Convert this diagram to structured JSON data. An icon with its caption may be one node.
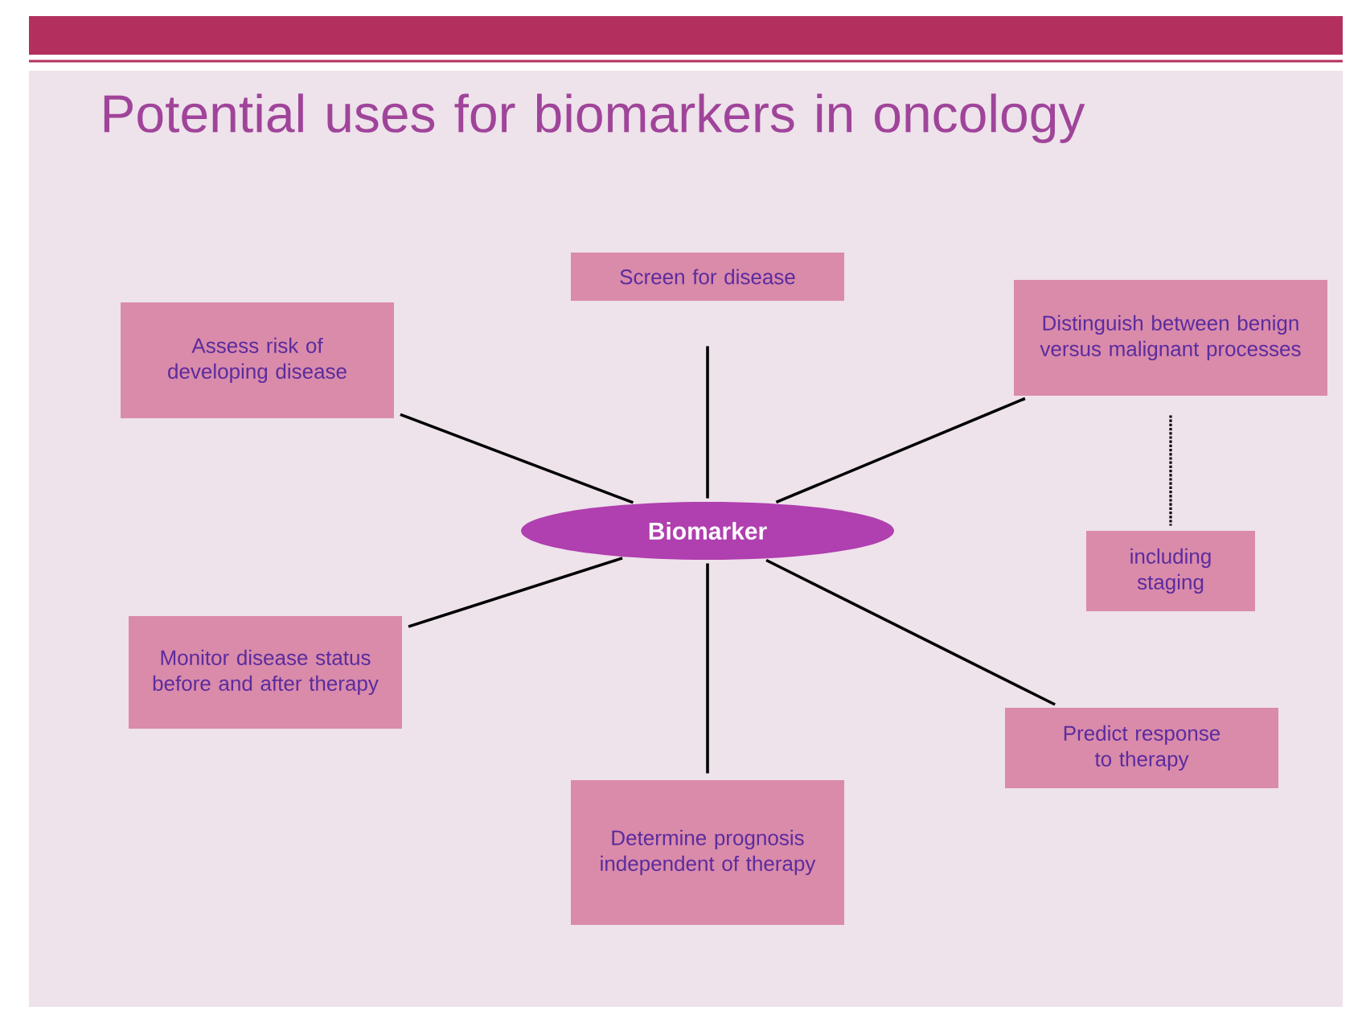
{
  "diagram": {
    "title": "Potential uses for biomarkers in oncology",
    "nodes": [
      {
        "text": [
          "Biomarker"
        ]
      },
      {
        "text": [
          "Screen for disease"
        ]
      },
      {
        "text": [
          "Assess risk of developing disease"
        ]
      },
      {
        "text": [
          "Distinguish between benign versus malignant processes"
        ]
      },
      {
        "text": [
          "including staging"
        ]
      },
      {
        "text": [
          "Monitor disease status before and after therapy"
        ]
      },
      {
        "text": [
          "Predict response to therapy"
        ]
      },
      {
        "text": [
          "Determine prognosis independent of therapy"
        ]
      }
    ],
    "edges": [
      {
        "from": 0,
        "to": 1,
        "arrow": "none"
      },
      {
        "from": 0,
        "to": 2,
        "arrow": "none"
      },
      {
        "from": 0,
        "to": 3,
        "arrow": "none"
      },
      {
        "from": 3,
        "to": 4,
        "arrow": "none",
        "style": "dashed"
      },
      {
        "from": 0,
        "to": 5,
        "arrow": "none"
      },
      {
        "from": 0,
        "to": 6,
        "arrow": "none"
      },
      {
        "from": 0,
        "to": 7,
        "arrow": "none"
      }
    ]
  }
}
